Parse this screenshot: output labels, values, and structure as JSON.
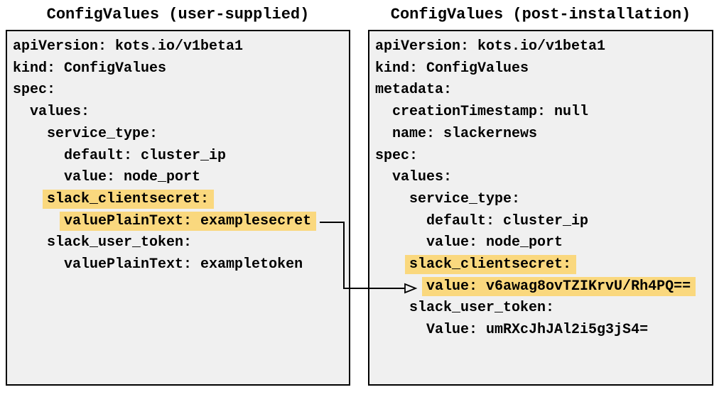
{
  "colors": {
    "highlight": "#FAD87E",
    "panel_background": "#F0F0F0",
    "panel_border": "#000000",
    "arrow": "#000000",
    "page_background": "#FFFFFF"
  },
  "panels": {
    "left": {
      "title": "ConfigValues (user-supplied)",
      "lines": [
        {
          "text": "apiVersion: kots.io/v1beta1",
          "highlighted": false
        },
        {
          "text": "kind: ConfigValues",
          "highlighted": false
        },
        {
          "text": "spec:",
          "highlighted": false
        },
        {
          "text": "  values:",
          "highlighted": false
        },
        {
          "text": "    service_type:",
          "highlighted": false
        },
        {
          "text": "      default: cluster_ip",
          "highlighted": false
        },
        {
          "text": "      value: node_port",
          "highlighted": false
        },
        {
          "text": "    slack_clientsecret:",
          "highlighted": true
        },
        {
          "text": "      valuePlainText: examplesecret",
          "highlighted": true
        },
        {
          "text": "    slack_user_token:",
          "highlighted": false
        },
        {
          "text": "      valuePlainText: exampletoken",
          "highlighted": false
        }
      ]
    },
    "right": {
      "title": "ConfigValues (post-installation)",
      "lines": [
        {
          "text": "apiVersion: kots.io/v1beta1",
          "highlighted": false
        },
        {
          "text": "kind: ConfigValues",
          "highlighted": false
        },
        {
          "text": "metadata:",
          "highlighted": false
        },
        {
          "text": "  creationTimestamp: null",
          "highlighted": false
        },
        {
          "text": "  name: slackernews",
          "highlighted": false
        },
        {
          "text": "spec:",
          "highlighted": false
        },
        {
          "text": "  values:",
          "highlighted": false
        },
        {
          "text": "    service_type:",
          "highlighted": false
        },
        {
          "text": "      default: cluster_ip",
          "highlighted": false
        },
        {
          "text": "      value: node_port",
          "highlighted": false
        },
        {
          "text": "    slack_clientsecret:",
          "highlighted": true
        },
        {
          "text": "      value: v6awag8ovTZIKrvU/Rh4PQ==",
          "highlighted": true
        },
        {
          "text": "    slack_user_token:",
          "highlighted": false
        },
        {
          "text": "      Value: umRXcJhJAl2i5g3jS4=",
          "highlighted": false
        }
      ]
    }
  },
  "arrow": {
    "from": "valuePlainText: examplesecret",
    "to": "value: v6awag8ovTZIKrvU/Rh4PQ==",
    "description": "user-supplied plaintext secret becomes encrypted value after installation"
  }
}
